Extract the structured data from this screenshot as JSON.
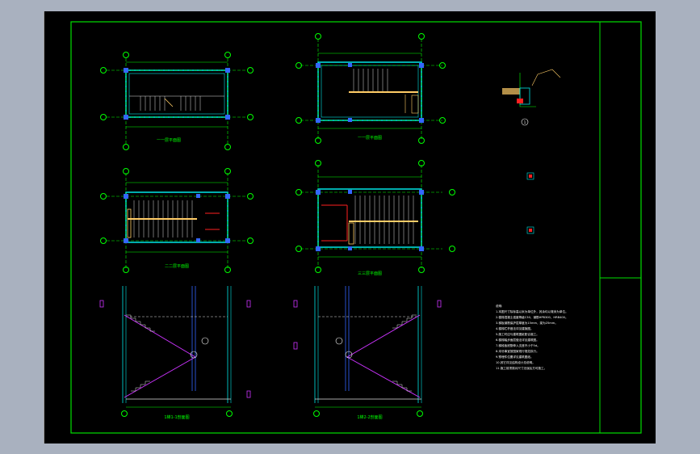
{
  "colors": {
    "background": "#000000",
    "frame": "#9c9c9c",
    "inner_border": "#00e000",
    "axis": "#00ff00",
    "column": "#3366ff",
    "wall": "#00e5e5",
    "tread": "#e0e0e0",
    "landing": "#ffcc66",
    "stair_slope": "#cc33ff",
    "text": "#ffffff"
  },
  "views": {
    "top_left": {
      "title": "一一层平面图"
    },
    "top_mid": {
      "title": "一一层平面图"
    },
    "mid_left": {
      "title": "二二层平面图"
    },
    "mid_mid": {
      "title": "三三层平面图"
    },
    "bot_left": {
      "title": "1梯1-1剖面图"
    },
    "bot_mid": {
      "title": "1梯2-2剖面图"
    }
  },
  "detail": {
    "marker": "1"
  },
  "notes": {
    "heading": "说明:",
    "lines": [
      "1.本图尺寸除标高以米为单位外，其余均以毫米为单位。",
      "2.楼梯混凝土强度等级C30，钢筋HPB300，HRB400。",
      "3.梯板钢筋保护层厚度为15mm，梁为25mm。",
      "4.楼梯栏杆做法详见建施图。",
      "5.施工时应与建筑图纸配合施工。",
      "6.楼梯踏步面层做法详见建筑图。",
      "7.梯段板底筋伸入支座不小于5d。",
      "8.未尽事宜按国家现行规范执行。",
      "9.预埋件位置详见建筑图纸。",
      "10.其它详见结构设计总说明。",
      "11.施工前须核对尺寸无误后方可施工。"
    ]
  }
}
